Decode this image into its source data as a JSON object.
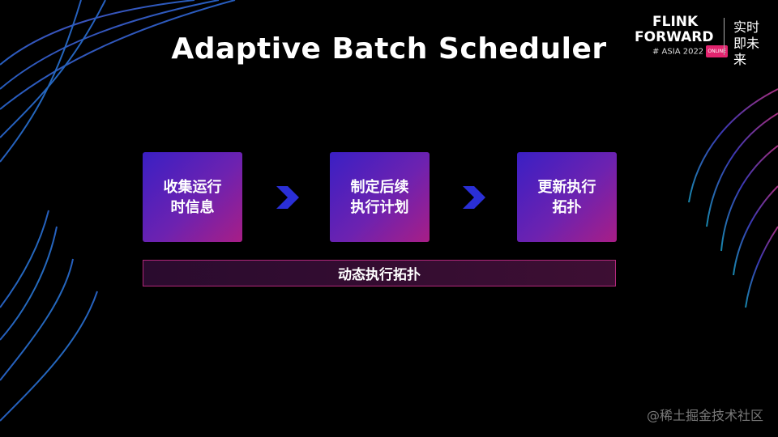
{
  "title": "Adaptive Batch Scheduler",
  "logo": {
    "line1": "FLINK",
    "line2": "FORWARD",
    "line3": "# ASIA 2022",
    "badge": "ONLINE",
    "slogan": "实时即未来"
  },
  "steps": [
    {
      "label": "收集运行时信息"
    },
    {
      "label": "制定后续执行计划"
    },
    {
      "label": "更新执行拓扑"
    }
  ],
  "bottom_bar": {
    "label": "动态执行拓扑"
  },
  "watermark": "@稀土掘金技术社区",
  "colors": {
    "background": "#000000",
    "box_start": "#3a1fc4",
    "box_end": "#a81e86",
    "arrow": "#2a2fd6",
    "bar_border": "#b3287b"
  }
}
